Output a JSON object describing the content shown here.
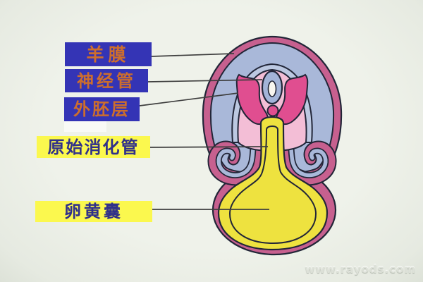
{
  "labels": [
    {
      "text": "羊膜"
    },
    {
      "text": "神经管"
    },
    {
      "text": "外胚层"
    },
    {
      "text": "原始消化管"
    },
    {
      "text": "卵黄囊"
    }
  ],
  "watermark": {
    "text": "www.rayods.com"
  },
  "colors": {
    "boxBlue": "#3434b5",
    "boxYellow": "#fbf84e",
    "textOrange": "#cd6e2d",
    "textNavy": "#30308a",
    "outline": "#222638",
    "magenta": "#c7608f",
    "cavityBlue": "#a9b8d9",
    "bandBlue": "#bcc8e1",
    "bodyPink": "#f3bed6",
    "wingPink": "#e04e90",
    "ovalBlue": "#a3b4d8",
    "canalWhite": "#f8f6ef",
    "yolkYellow": "#eee23f",
    "leader": "#3e3e3e"
  }
}
